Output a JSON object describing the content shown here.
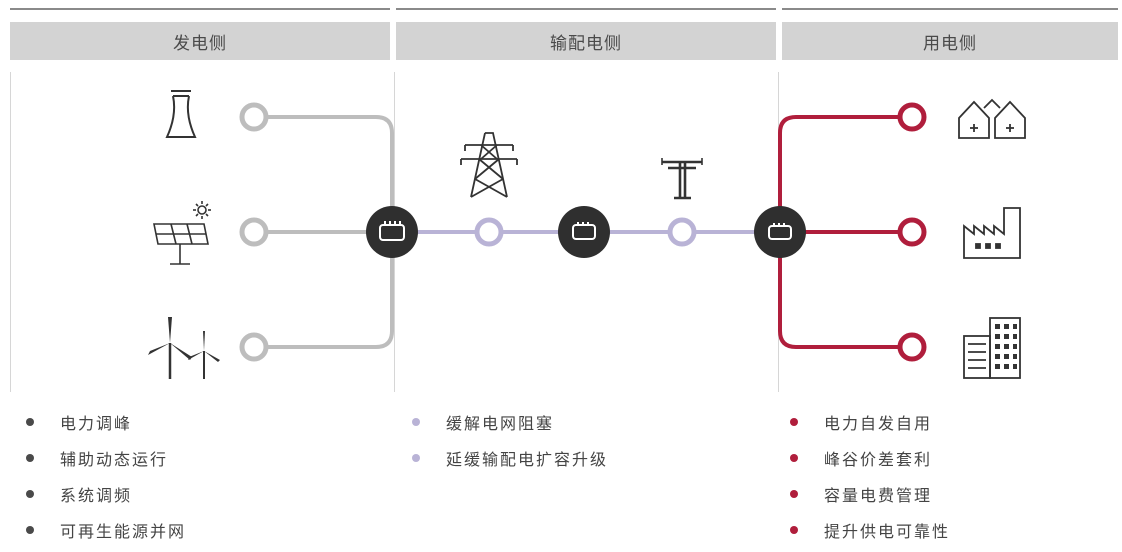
{
  "columns": [
    {
      "header": "发电侧",
      "color": "#4a4a4a",
      "bullets": [
        "电力调峰",
        "辅助动态运行",
        "系统调频",
        "可再生能源并网"
      ]
    },
    {
      "header": "输配电侧",
      "color": "#b9b3d6",
      "bullets": [
        "缓解电网阻塞",
        "延缓输配电扩容升级"
      ]
    },
    {
      "header": "用电侧",
      "color": "#b01e3c",
      "bullets": [
        "电力自发自用",
        "峰谷价差套利",
        "容量电费管理",
        "提升供电可靠性"
      ]
    }
  ],
  "line_colors": {
    "generation": "#bdbdbd",
    "transmission": "#b9b3d6",
    "consumption": "#b01e3c",
    "storage_node": "#2f2f2f"
  },
  "icons": {
    "generation": [
      "power-plant-icon",
      "solar-panel-icon",
      "wind-turbine-icon"
    ],
    "transmission": [
      "transmission-tower-icon",
      "utility-pole-icon"
    ],
    "consumption": [
      "houses-icon",
      "factory-icon",
      "office-building-icon"
    ],
    "storage": "battery-icon"
  }
}
